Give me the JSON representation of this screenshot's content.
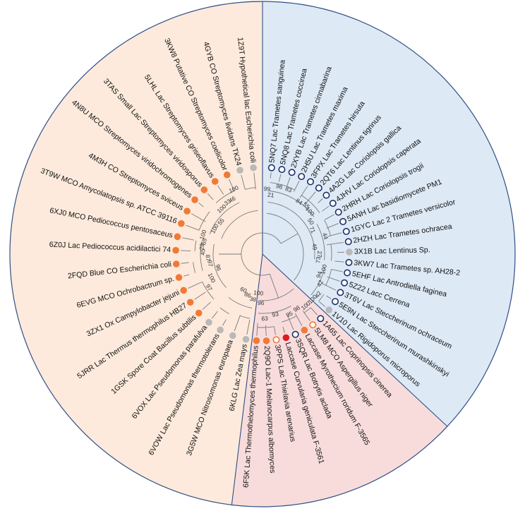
{
  "colors": {
    "bacterial_sector": "#fdeadc",
    "fungal_sector": "#dde9f5",
    "ascomycete_sector": "#f8dcdc",
    "sector_border": "#2f4f86",
    "branch": "#7a7a7a",
    "marker_bacterial": "#f07a35",
    "marker_gray": "#b9b9b9",
    "marker_blue_ring": "#1f2f6b",
    "marker_red": "#e01b1b"
  },
  "tree": {
    "leaves": [
      {
        "label": "1Z9T Hypothetical lac Escherichia coli",
        "marker": "gray"
      },
      {
        "label": "4GYB CO Streptomyces lividans TK24",
        "marker": "gray"
      },
      {
        "label": "3KW8 Putative CO Streptomyces coelicolor",
        "marker": "orange"
      },
      {
        "label": "5LHL Lac Streptomyces griseoflavus",
        "marker": "orange"
      },
      {
        "label": "3TAS Small Lac Streptomyces viridosporus",
        "marker": "orange"
      },
      {
        "label": "4N8U MCO Streptomyces viridochromogenes",
        "marker": "orange"
      },
      {
        "label": "4M3H CO Streptomyces sviceus",
        "marker": "orange"
      },
      {
        "label": "3T9W MCO Amycolatopsis sp. ATCC 39116",
        "marker": "orange"
      },
      {
        "label": "6XJ0 MCO Pediococcus pentosaceus",
        "marker": "orange"
      },
      {
        "label": "6Z0J Lac Pediococcus acidilactici 74",
        "marker": "orange"
      },
      {
        "label": "2FQD Blue CO Escherichia coli",
        "marker": "orange"
      },
      {
        "label": "6EVG MCO Ochrobactrum sp.",
        "marker": "orange"
      },
      {
        "label": "3ZX1 Ox Campylobacter jejuni",
        "marker": "orange"
      },
      {
        "label": "5JRR Lac Thermus thermophilus HB27",
        "marker": "orange"
      },
      {
        "label": "1GSK Spore Coat Bacillus subtilis",
        "marker": "orange"
      },
      {
        "label": "6VOX Lac Pseudomonas parafulva",
        "marker": "gray"
      },
      {
        "label": "6VOW Lac Pseudomonas thermotolerans",
        "marker": "gray"
      },
      {
        "label": "3G5W MCO Nitrosomonas europaea",
        "marker": "gray"
      },
      {
        "label": "6KLG Lac Zea mays",
        "marker": "gray"
      },
      {
        "label": "6F5K Lac Thermothelomyces thermophilus",
        "marker": "orange"
      },
      {
        "label": "2Q9O Lac-1 Melanocarpus albomyces",
        "marker": "orange"
      },
      {
        "label": "3PPS Lac Thielavia arenarius",
        "marker": "orange-ring"
      },
      {
        "label": "Laccase Curvularia geniculata F-3561",
        "marker": "red"
      },
      {
        "label": "3SQR Lac Botrytis aclada",
        "marker": "blue-ring"
      },
      {
        "label": "Laccase Myrothecium roridum F-3565",
        "marker": "orange"
      },
      {
        "label": "5LM8 MCO Aspergillus niger",
        "marker": "orange-ring"
      },
      {
        "label": "1A65 Lac Coprinopsis cinerea",
        "marker": "blue-ring"
      },
      {
        "label": "1V10 Lac Rigidoporus microporus",
        "marker": "gray"
      },
      {
        "label": "5E9N Lac Steccherinum murashkinskyi",
        "marker": "blue-ring"
      },
      {
        "label": "3T6V Lac Steccherinum ochraceum",
        "marker": "blue-ring"
      },
      {
        "label": "5Z22 Lacc Cerrena",
        "marker": "blue-ring"
      },
      {
        "label": "5EHF Lac Antrodiella faginea",
        "marker": "blue-ring"
      },
      {
        "label": "3KW7 Lac Trametes sp. AH28-2",
        "marker": "blue-ring"
      },
      {
        "label": "3X1B Lac Lentinus Sp.",
        "marker": "gray"
      },
      {
        "label": "2HZH Lac Trametes ochracea",
        "marker": "blue-ring"
      },
      {
        "label": "1GYC Lac 2 Trametes versicolor",
        "marker": "blue-ring"
      },
      {
        "label": "5ANH Lac basidiomycete PM1",
        "marker": "blue-ring"
      },
      {
        "label": "2HRH Lac Coriolopsis trogii",
        "marker": "blue-ring"
      },
      {
        "label": "4JHV Lac Coriolopsis caperata",
        "marker": "blue-ring"
      },
      {
        "label": "4A2G Lac Coriolopsis gallica",
        "marker": "blue-ring"
      },
      {
        "label": "2QT6 Lac Lentinus tigrinus",
        "marker": "blue-ring"
      },
      {
        "label": "3FPX Lac Trametes hirsuta",
        "marker": "blue-ring"
      },
      {
        "label": "2H5U Lac Trametes maxima",
        "marker": "blue-ring"
      },
      {
        "label": "2XYB Lac Trametes cinnabarina",
        "marker": "blue-ring"
      },
      {
        "label": "5NQ8 Lac Trametes coccinea",
        "marker": "blue-ring"
      },
      {
        "label": "5NQ7 Lac Trametes sanguinea",
        "marker": "blue-ring"
      }
    ],
    "bootstrap_values": [
      "100",
      "46",
      "33",
      "100",
      "55",
      "100",
      "100",
      "65",
      "28",
      "45",
      "87",
      "97",
      "96",
      "100",
      "97",
      "60",
      "86",
      "38",
      "100",
      "96",
      "63",
      "93",
      "95",
      "98",
      "100",
      "100",
      "42",
      "42",
      "94",
      "100",
      "73",
      "27",
      "49",
      "44",
      "71",
      "50",
      "100",
      "55",
      "84",
      "83",
      "96",
      "21",
      "99"
    ]
  }
}
